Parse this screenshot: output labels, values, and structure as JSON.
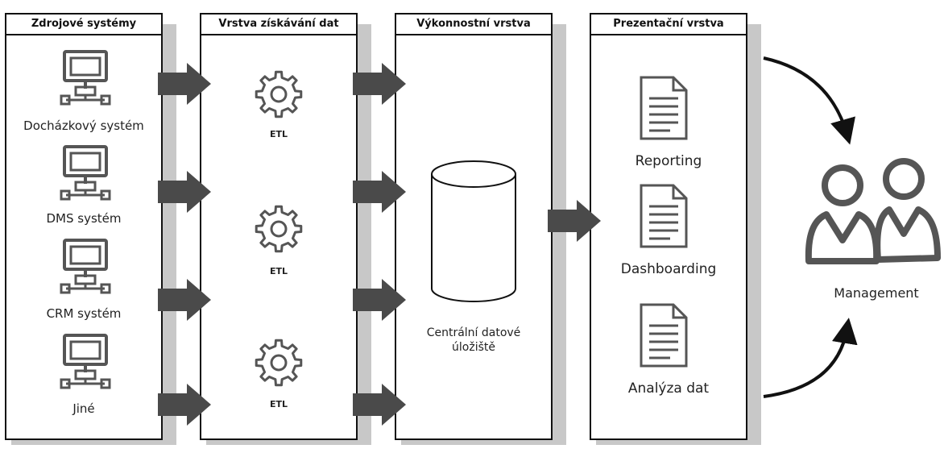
{
  "layers": [
    {
      "title": "Zdrojové systémy"
    },
    {
      "title": "Vrstva získávání dat"
    },
    {
      "title": "Výkonnostní vrstva"
    },
    {
      "title": "Prezentační vrstva"
    }
  ],
  "sources": [
    {
      "label": "Docházkový systém",
      "icon": "computer-network-icon"
    },
    {
      "label": "DMS systém",
      "icon": "computer-network-icon"
    },
    {
      "label": "CRM systém",
      "icon": "computer-network-icon"
    },
    {
      "label": "Jiné",
      "icon": "computer-network-icon"
    }
  ],
  "etl": [
    {
      "label": "ETL",
      "icon": "gear-icon"
    },
    {
      "label": "ETL",
      "icon": "gear-icon"
    },
    {
      "label": "ETL",
      "icon": "gear-icon"
    }
  ],
  "storage": {
    "label": "Centrální datové úložiště",
    "icon": "database-cylinder-icon"
  },
  "outputs": [
    {
      "label": "Reporting",
      "icon": "document-icon"
    },
    {
      "label": "Dashboarding",
      "icon": "document-icon"
    },
    {
      "label": "Analýza dat",
      "icon": "document-icon"
    }
  ],
  "consumer": {
    "label": "Management",
    "icon": "users-icon"
  },
  "colors": {
    "border": "#111111",
    "arrow": "#4a4a4a",
    "shadow": "#c8c8c8",
    "icon": "#555555"
  }
}
